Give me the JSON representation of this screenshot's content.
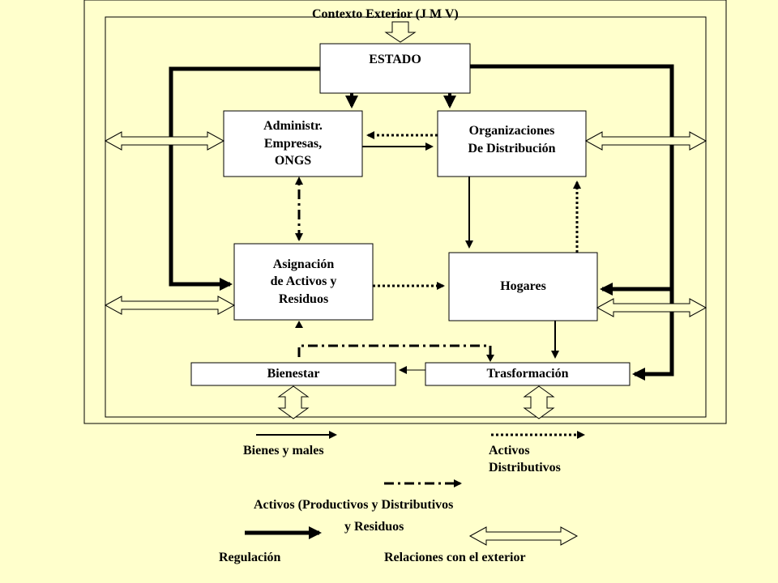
{
  "diagram": {
    "context_title": "Contexto Exterior (J M V)",
    "nodes": {
      "estado": "ESTADO",
      "administr": [
        "Administr.",
        "Empresas,",
        "ONGS"
      ],
      "organizaciones": [
        "Organizaciones",
        "De Distribución"
      ],
      "asignacion": [
        "Asignación",
        "de Activos y",
        "Residuos"
      ],
      "hogares": "Hogares",
      "bienestar": "Bienestar",
      "trasformacion": "Trasformación"
    }
  },
  "legend": {
    "bienes": "Bienes y males",
    "activos_distributivos": [
      "Activos",
      "Distributivos"
    ],
    "activos_productivos": [
      "Activos (Productivos y Distributivos",
      "y Residuos"
    ],
    "regulacion": "Regulación",
    "relaciones": "Relaciones con el exterior"
  },
  "colors": {
    "background": "#ffffcc",
    "ink": "#000000",
    "box_fill": "#ffffff"
  }
}
